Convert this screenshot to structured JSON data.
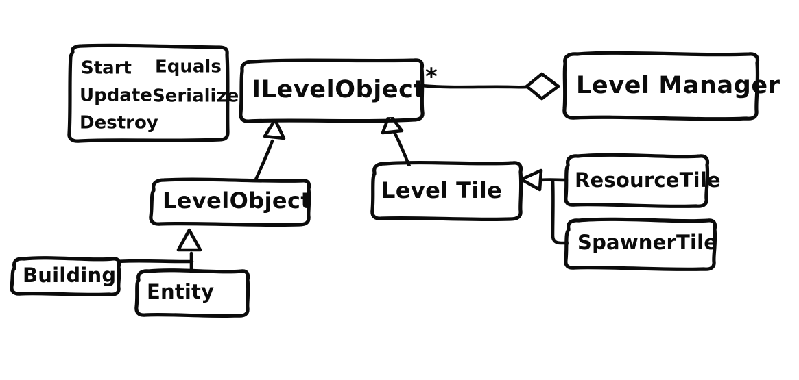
{
  "diagram": {
    "kind": "uml-class-diagram",
    "title": "",
    "background_color": "#ffffff",
    "stroke_color": "#0b0b0b",
    "style": "hand-drawn-sketch"
  },
  "nodes": {
    "methods_box": {
      "name": "methods-box",
      "columns": [
        {
          "items": [
            "Start",
            "Update",
            "Destroy"
          ]
        },
        {
          "items": [
            "Equals",
            "Serialize"
          ]
        }
      ],
      "rows": [
        {
          "left": "Start",
          "right": "Equals"
        },
        {
          "left": "Update",
          "right": "Serialize"
        },
        {
          "left": "Destroy",
          "right": ""
        }
      ]
    },
    "ilevelobject": {
      "name": "ILevelObject",
      "label": "ILevelObject"
    },
    "levelmanager": {
      "name": "LevelManager",
      "label": "Level Manager"
    },
    "levelobject": {
      "name": "LevelObject",
      "label": "LevelObject"
    },
    "leveltile": {
      "name": "LevelTile",
      "label": "Level Tile"
    },
    "resourcetile": {
      "name": "ResourceTile",
      "label": "ResourceTile"
    },
    "spawnertile": {
      "name": "SpawnerTile",
      "label": "SpawnerTile"
    },
    "building": {
      "name": "Building",
      "label": "Building"
    },
    "entity": {
      "name": "Entity",
      "label": "Entity"
    }
  },
  "annotations": {
    "multiplicity_ilevelobject": "*"
  },
  "relations": [
    {
      "id": "rel-methods-ilevelobject",
      "from": "methods-box",
      "to": "ILevelObject",
      "type": "note-attachment",
      "label": ""
    },
    {
      "id": "rel-levelmanager-ilevelobject",
      "from": "Level Manager",
      "to": "ILevelObject",
      "type": "aggregation",
      "label": "*"
    },
    {
      "id": "rel-levelobject-ilevelobject",
      "from": "LevelObject",
      "to": "ILevelObject",
      "type": "realization",
      "label": ""
    },
    {
      "id": "rel-leveltile-ilevelobject",
      "from": "Level Tile",
      "to": "ILevelObject",
      "type": "realization",
      "label": ""
    },
    {
      "id": "rel-resourcetile-leveltile",
      "from": "ResourceTile",
      "to": "Level Tile",
      "type": "inheritance",
      "label": ""
    },
    {
      "id": "rel-spawnertile-leveltile",
      "from": "SpawnerTile",
      "to": "Level Tile",
      "type": "inheritance",
      "label": ""
    },
    {
      "id": "rel-building-levelobject",
      "from": "Building",
      "to": "LevelObject",
      "type": "inheritance",
      "label": ""
    },
    {
      "id": "rel-entity-levelobject",
      "from": "Entity",
      "to": "LevelObject",
      "type": "inheritance",
      "label": ""
    }
  ]
}
